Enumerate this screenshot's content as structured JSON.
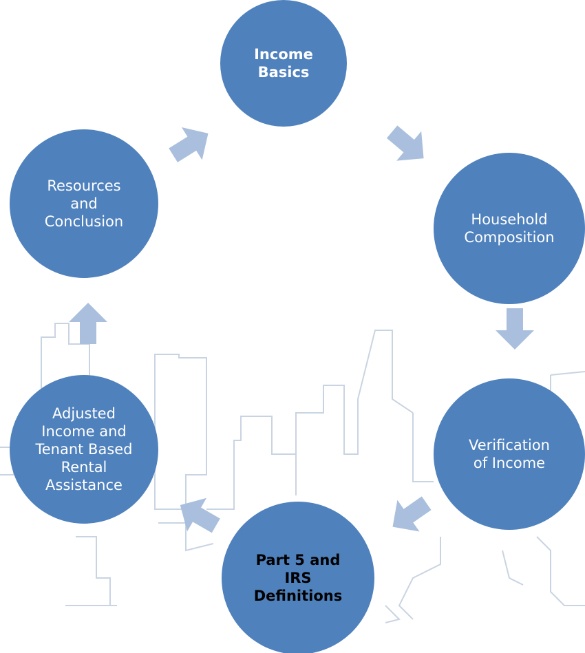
{
  "diagram": {
    "node_color": "#4f81bd",
    "arrow_color": "#a9bfdd",
    "skyline_color": "#c9d4e2",
    "nodes": [
      {
        "id": "income-basics",
        "label": "Income\nBasics",
        "bold": true
      },
      {
        "id": "household-composition",
        "label": "Household\nComposition",
        "bold": false
      },
      {
        "id": "verification-of-income",
        "label": "Verification\nof Income",
        "bold": false
      },
      {
        "id": "part5-irs-definitions",
        "label": "Part 5 and\nIRS\nDefinitions",
        "bold": true
      },
      {
        "id": "adjusted-income",
        "label": "Adjusted\nIncome and\nTenant Based\nRental\nAssistance",
        "bold": false
      },
      {
        "id": "resources-conclusion",
        "label": "Resources\nand\nConclusion",
        "bold": false
      }
    ],
    "cycle_order": [
      "income-basics",
      "household-composition",
      "verification-of-income",
      "part5-irs-definitions",
      "adjusted-income",
      "resources-conclusion"
    ]
  }
}
